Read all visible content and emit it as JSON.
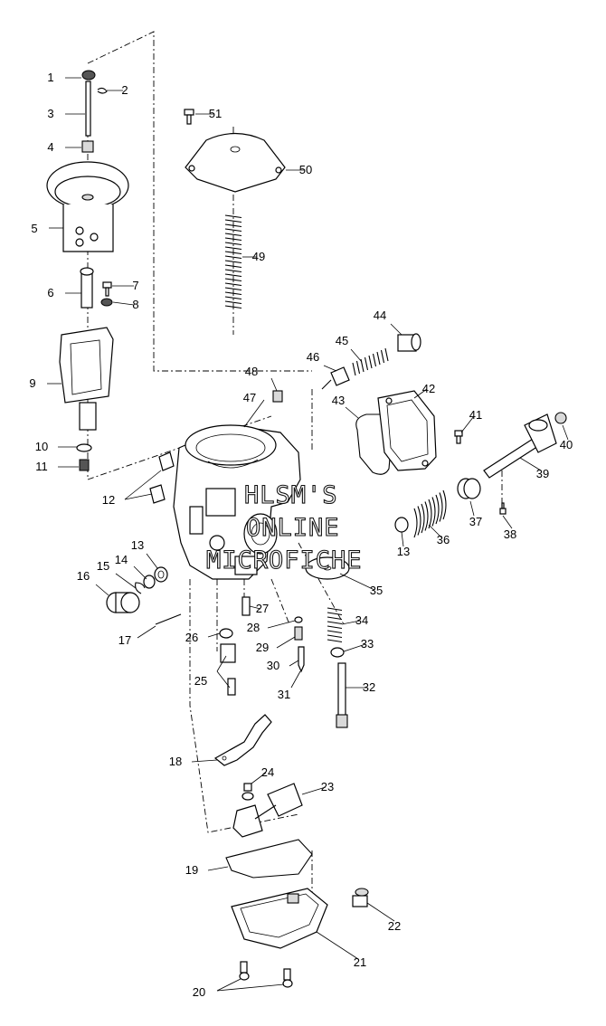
{
  "watermark": {
    "line1": "HLSM'S",
    "line2": "ONLINE",
    "line3": "MICROFICHE"
  },
  "callouts": [
    "1",
    "2",
    "3",
    "4",
    "5",
    "6",
    "7",
    "8",
    "9",
    "10",
    "11",
    "12",
    "13",
    "13",
    "14",
    "15",
    "16",
    "17",
    "18",
    "19",
    "20",
    "21",
    "22",
    "23",
    "24",
    "25",
    "26",
    "27",
    "28",
    "29",
    "30",
    "31",
    "32",
    "33",
    "34",
    "35",
    "36",
    "37",
    "38",
    "39",
    "40",
    "41",
    "42",
    "43",
    "44",
    "45",
    "46",
    "47",
    "48",
    "49",
    "50",
    "51"
  ]
}
